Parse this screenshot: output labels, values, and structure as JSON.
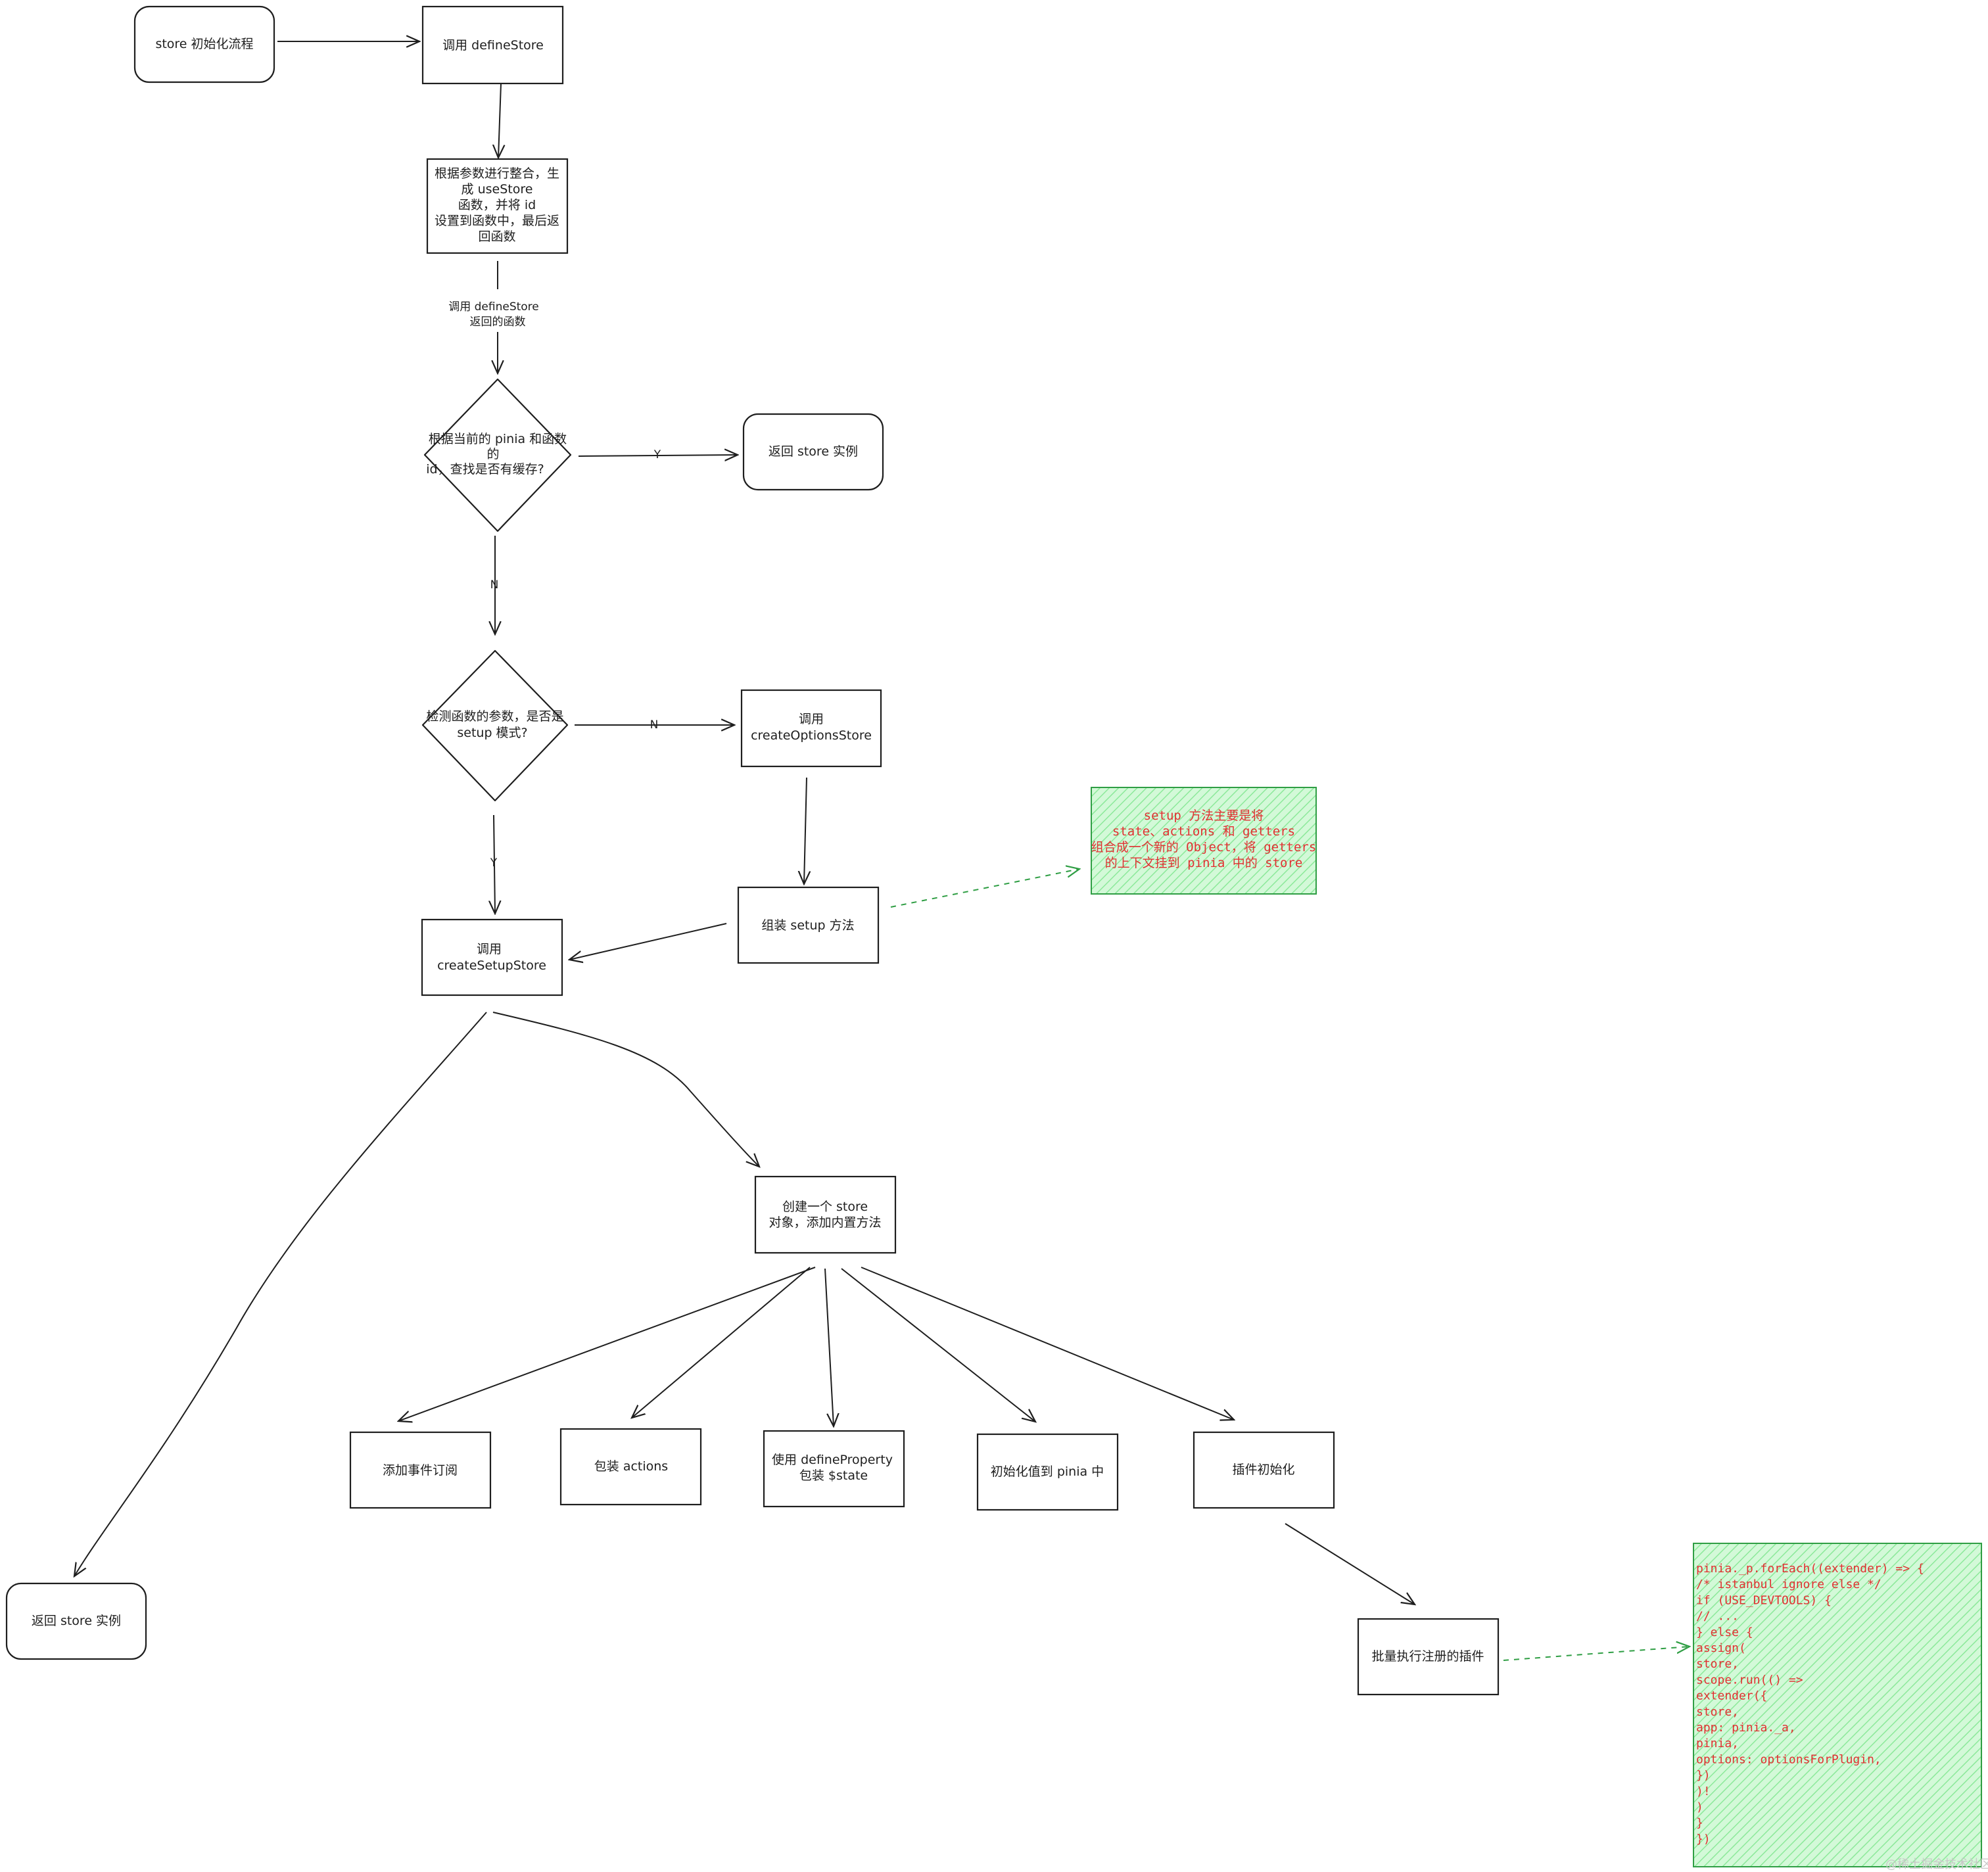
{
  "nodes": {
    "start": {
      "lines": [
        "store 初始化流程"
      ]
    },
    "call_define_store": {
      "lines": [
        "调用 defineStore"
      ]
    },
    "integrate_params": {
      "lines": [
        "根据参数进行整合，生",
        "成 useStore",
        "函数，并将 id",
        "设置到函数中，最后返",
        "回函数"
      ]
    },
    "check_cache": {
      "lines": [
        "根据当前的 pinia 和函数",
        "的",
        "id，查找是否有缓存?"
      ]
    },
    "return_store_top": {
      "lines": [
        "返回 store 实例"
      ]
    },
    "check_setup_mode": {
      "lines": [
        "检测函数的参数，是否是",
        "setup 模式?"
      ]
    },
    "call_create_options_store": {
      "lines": [
        "调用",
        "createOptionsStore"
      ]
    },
    "assemble_setup": {
      "lines": [
        "组装 setup 方法"
      ]
    },
    "call_create_setup_store": {
      "lines": [
        "调用",
        "createSetupStore"
      ]
    },
    "create_store_object": {
      "lines": [
        "创建一个 store",
        "对象，添加内置方法"
      ]
    },
    "add_subscriptions": {
      "lines": [
        "添加事件订阅"
      ]
    },
    "wrap_actions": {
      "lines": [
        "包装 actions"
      ]
    },
    "define_property_state": {
      "lines": [
        "使用 defineProperty",
        "包装 $state"
      ]
    },
    "init_into_pinia": {
      "lines": [
        "初始化值到 pinia 中"
      ]
    },
    "plugin_init": {
      "lines": [
        "插件初始化"
      ]
    },
    "batch_plugins": {
      "lines": [
        "批量执行注册的插件"
      ]
    },
    "return_store_bottom": {
      "lines": [
        "返回 store 实例"
      ]
    }
  },
  "edge_labels": {
    "call_returned_fn": [
      "调用 defineStore",
      "返回的函数"
    ],
    "cache_yes": "Y",
    "cache_no": "N",
    "setup_no": "N",
    "setup_yes": "Y"
  },
  "notes": {
    "setup_note": [
      "setup 方法主要是将",
      "state、actions 和 getters",
      "组合成一个新的 Object，将 getters",
      "的上下文挂到 pinia 中的 store"
    ],
    "plugin_code": [
      "pinia._p.forEach((extender) => {",
      "  /* istanbul ignore else */",
      "  if (USE_DEVTOOLS) {",
      "    // ...",
      "  } else {",
      "    assign(",
      "      store,",
      "      scope.run(() =>",
      "        extender({",
      "          store,",
      "          app: pinia._a,",
      "          pinia,",
      "          options: optionsForPlugin,",
      "        })",
      "      )!",
      "    )",
      "  }",
      "})"
    ]
  },
  "watermark": "@稀土掘金技术社区",
  "colors": {
    "stroke": "#1e1e1e",
    "note_border": "#2f9e44",
    "note_fill": "#b2f2bb",
    "note_text": "#e03131"
  }
}
